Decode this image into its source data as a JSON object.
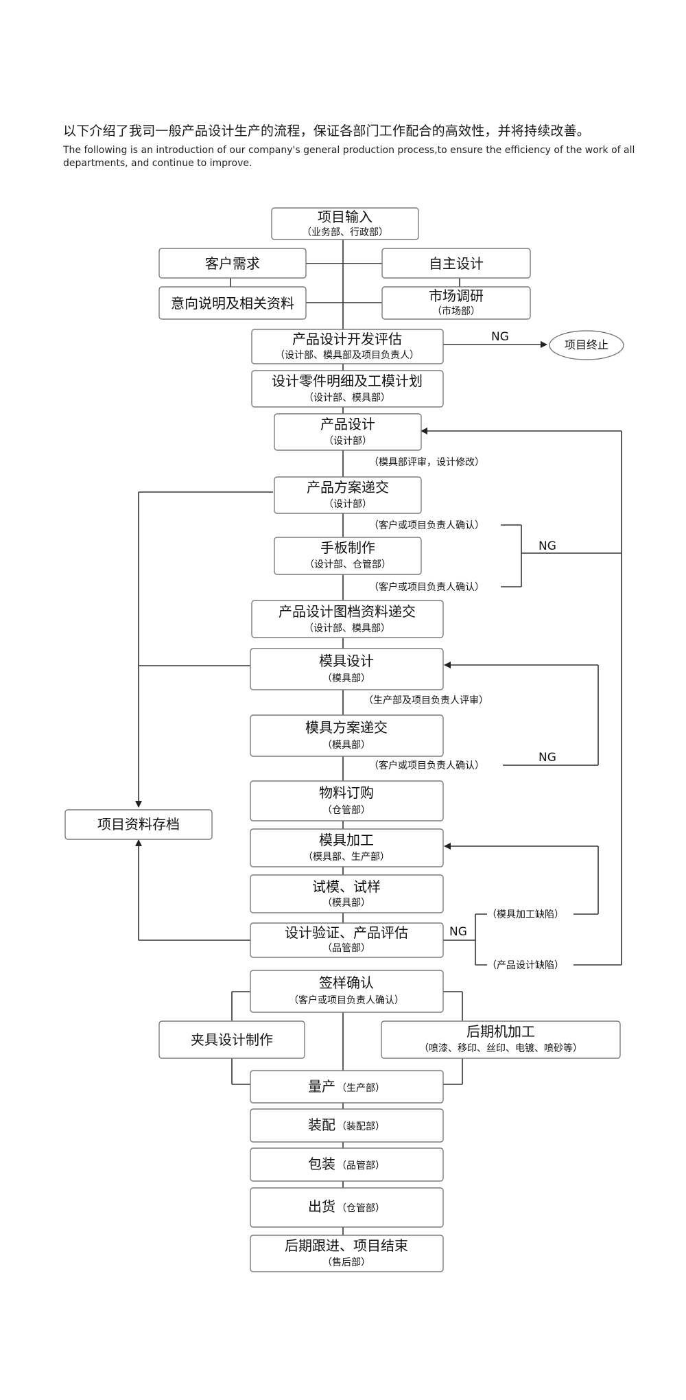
{
  "intro": {
    "cn": "以下介绍了我司一般产品设计生产的流程，保证各部门工作配合的高效性，并将持续改善。",
    "en": "The following is an introduction of our company's general production process,to ensure the efficiency of the work of all departments, and continue to improve."
  },
  "nodes": {
    "xmsr": {
      "t": "项目输入",
      "s": "（业务部、行政部）"
    },
    "khxq": {
      "t": "客户需求",
      "s": ""
    },
    "zzsj": {
      "t": "自主设计",
      "s": ""
    },
    "yxsm": {
      "t": "意向说明及相关资料",
      "s": ""
    },
    "scdy": {
      "t": "市场调研",
      "s": "（市场部）"
    },
    "cpkf": {
      "t": "产品设计开发评估",
      "s": "（设计部、模具部及项目负责人）"
    },
    "xmzz": {
      "t": "项目终止",
      "s": ""
    },
    "sjlj": {
      "t": "设计零件明细及工模计划",
      "s": "（设计部、模具部）"
    },
    "cpsj": {
      "t": "产品设计",
      "s": "（设计部）"
    },
    "cpfa": {
      "t": "产品方案递交",
      "s": "（设计部）"
    },
    "sbzz": {
      "t": "手板制作",
      "s": "（设计部、仓管部）"
    },
    "cptd": {
      "t": "产品设计图档资料递交",
      "s": "（设计部、模具部）"
    },
    "mjsj": {
      "t": "模具设计",
      "s": "（模具部）"
    },
    "mjfa": {
      "t": "模具方案递交",
      "s": "（模具部）"
    },
    "wldg": {
      "t": "物料订购",
      "s": "（仓管部）"
    },
    "xmzl": {
      "t": "项目资料存档",
      "s": ""
    },
    "mjjg": {
      "t": "模具加工",
      "s": "（模具部、生产部）"
    },
    "sm": {
      "t": "试模、试样",
      "s": "（模具部）"
    },
    "sjyz": {
      "t": "设计验证、产品评估",
      "s": "（品管部）"
    },
    "qyqr": {
      "t": "签样确认",
      "s": "（客户或项目负责人确认）"
    },
    "jjsj": {
      "t": "夹具设计制作",
      "s": ""
    },
    "hqjjg": {
      "t": "后期机加工",
      "s": "（喷漆、移印、丝印、电镀、喷砂等）"
    },
    "lc": {
      "t": "量产",
      "s": "（生产部）"
    },
    "zp": {
      "t": "装配",
      "s": "（装配部）"
    },
    "bz": {
      "t": "包装",
      "s": "（品管部）"
    },
    "ch": {
      "t": "出货",
      "s": "（仓管部）"
    },
    "hqgj": {
      "t": "后期跟进、项目结束",
      "s": "（售后部）"
    }
  },
  "notes": {
    "mjpj": "（模具部评审，设计修改）",
    "khqr1": "（客户或项目负责人确认）",
    "khqr2": "（客户或项目负责人确认）",
    "scbps": "（生产部及项目负责人评审）",
    "khqr3": "（客户或项目负责人确认）",
    "mjqx": "（模具加工缺陷）",
    "cpqx": "（产品设计缺陷）"
  },
  "ng": "NG"
}
